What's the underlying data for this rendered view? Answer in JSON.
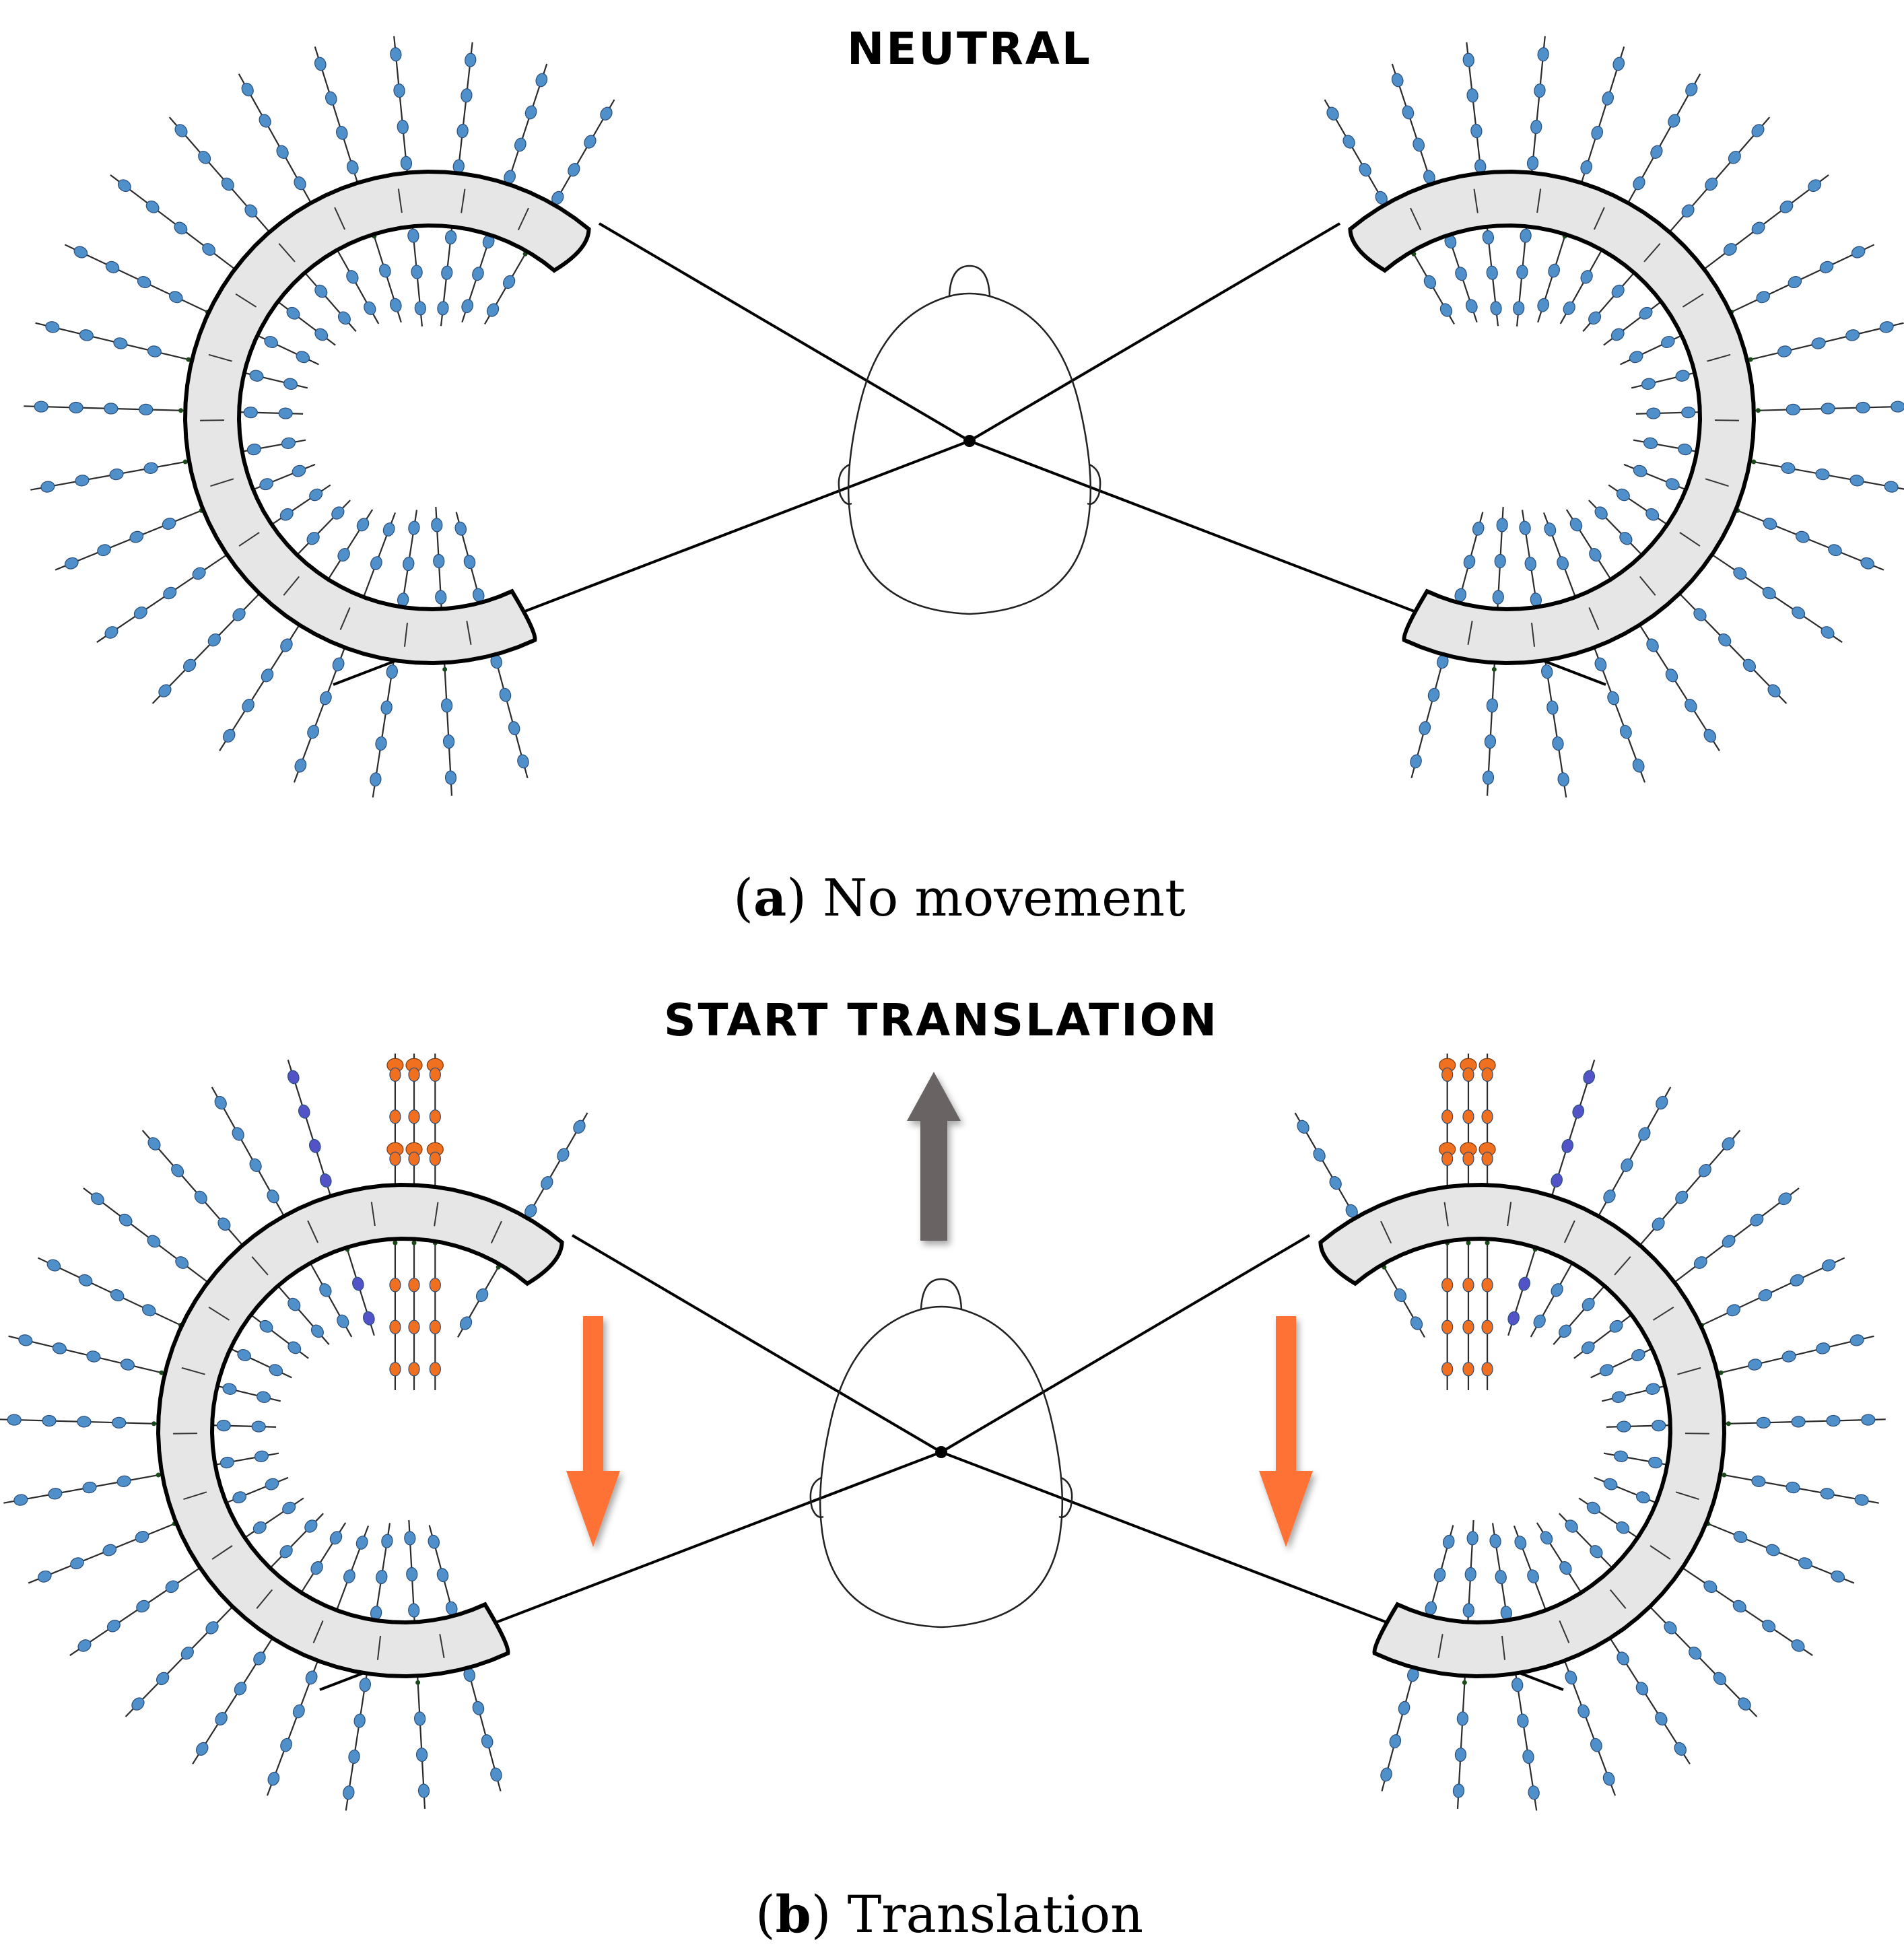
{
  "panel_a": {
    "title": "NEUTRAL",
    "caption_label": "a",
    "caption_text": " No movement"
  },
  "panel_b": {
    "title": "START TRANSLATION",
    "caption_label": "b",
    "caption_text": " Translation"
  },
  "colors": {
    "still_dot": "#4f8fca",
    "fast_dot": "#f07020",
    "medium_dot": "#5353c8",
    "down_arrow": "#ff7236",
    "up_arrow": "#6b6463",
    "band_fill": "#e6e6e6"
  }
}
